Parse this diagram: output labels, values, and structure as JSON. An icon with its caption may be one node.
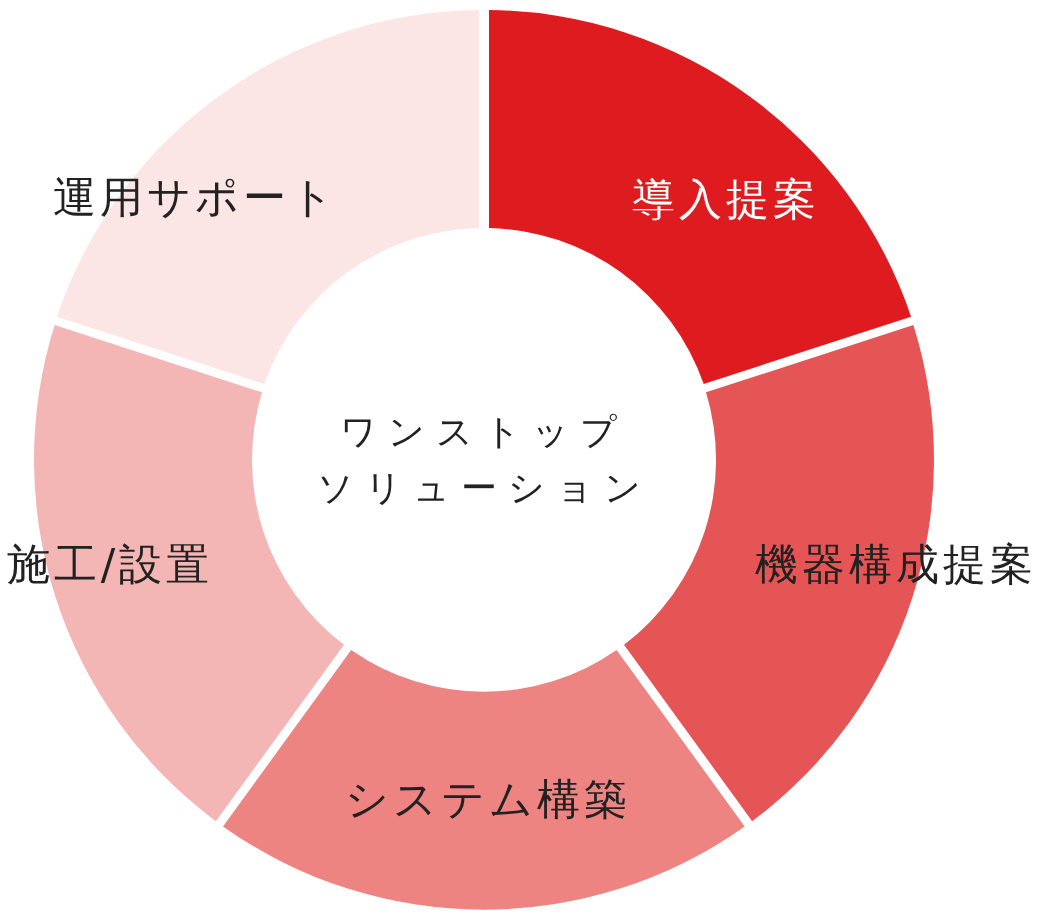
{
  "diagram": {
    "nodes": [
      {
        "text": [
          "ワンストップソリューション"
        ]
      },
      {
        "text": [
          "導入提案"
        ]
      },
      {
        "text": [
          "機器構成提案"
        ]
      },
      {
        "text": [
          "システム構築"
        ]
      },
      {
        "text": [
          "施工/設置"
        ]
      },
      {
        "text": [
          "運用サポート"
        ]
      }
    ]
  }
}
